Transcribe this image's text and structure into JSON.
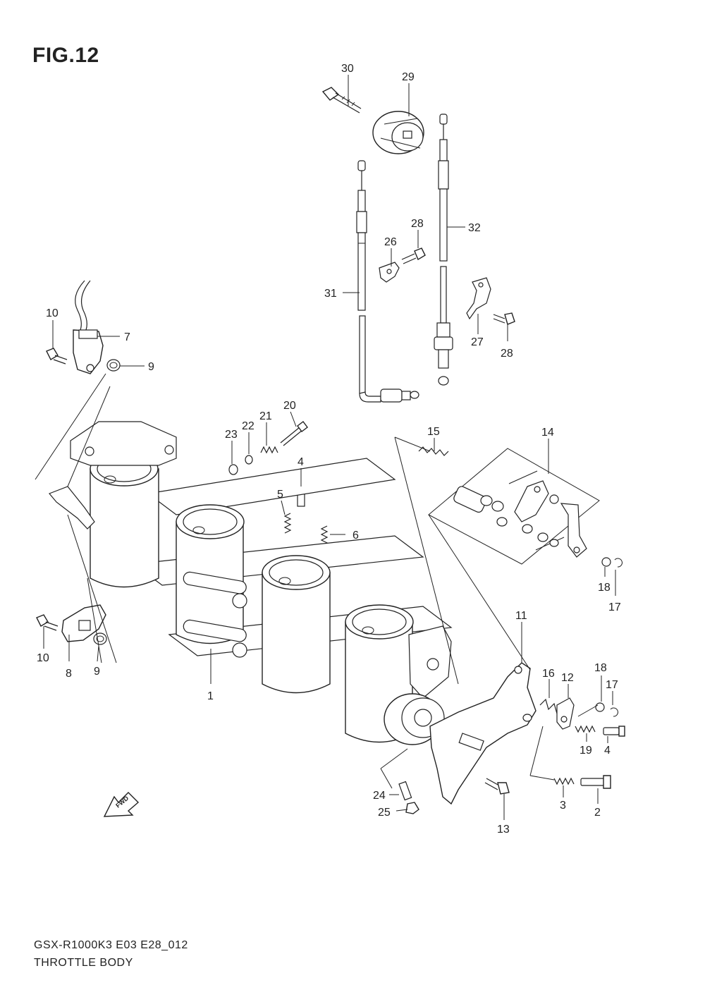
{
  "figure": {
    "title": "FIG.12",
    "model_code": "GSX-R1000K3 E03 E28_012",
    "section_name": "THROTTLE BODY",
    "fwd_badge": "FWD"
  },
  "callouts": [
    {
      "id": "c30",
      "label": "30"
    },
    {
      "id": "c29",
      "label": "29"
    },
    {
      "id": "c28a",
      "label": "28"
    },
    {
      "id": "c26",
      "label": "26"
    },
    {
      "id": "c32",
      "label": "32"
    },
    {
      "id": "c31",
      "label": "31"
    },
    {
      "id": "c27",
      "label": "27"
    },
    {
      "id": "c28b",
      "label": "28"
    },
    {
      "id": "c10a",
      "label": "10"
    },
    {
      "id": "c7",
      "label": "7"
    },
    {
      "id": "c9a",
      "label": "9"
    },
    {
      "id": "c20",
      "label": "20"
    },
    {
      "id": "c21",
      "label": "21"
    },
    {
      "id": "c22",
      "label": "22"
    },
    {
      "id": "c23",
      "label": "23"
    },
    {
      "id": "c4a",
      "label": "4"
    },
    {
      "id": "c5",
      "label": "5"
    },
    {
      "id": "c6",
      "label": "6"
    },
    {
      "id": "c15",
      "label": "15"
    },
    {
      "id": "c14",
      "label": "14"
    },
    {
      "id": "c18a",
      "label": "18"
    },
    {
      "id": "c17a",
      "label": "17"
    },
    {
      "id": "c10b",
      "label": "10"
    },
    {
      "id": "c8",
      "label": "8"
    },
    {
      "id": "c9b",
      "label": "9"
    },
    {
      "id": "c1",
      "label": "1"
    },
    {
      "id": "c11",
      "label": "11"
    },
    {
      "id": "c16",
      "label": "16"
    },
    {
      "id": "c12",
      "label": "12"
    },
    {
      "id": "c18b",
      "label": "18"
    },
    {
      "id": "c17b",
      "label": "17"
    },
    {
      "id": "c19",
      "label": "19"
    },
    {
      "id": "c4b",
      "label": "4"
    },
    {
      "id": "c24",
      "label": "24"
    },
    {
      "id": "c25",
      "label": "25"
    },
    {
      "id": "c13",
      "label": "13"
    },
    {
      "id": "c3",
      "label": "3"
    },
    {
      "id": "c2",
      "label": "2"
    }
  ]
}
